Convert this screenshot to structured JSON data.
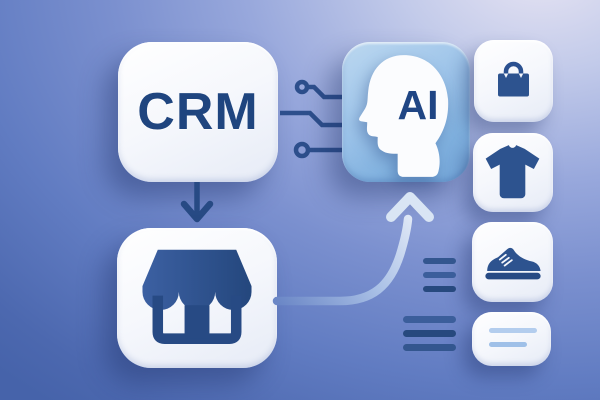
{
  "nodes": {
    "crm_card": {
      "label": "CRM"
    },
    "store_card": {
      "icon": "storefront-icon"
    },
    "ai_card": {
      "label": "AI",
      "icon": "head-profile-icon"
    },
    "product_cards": [
      {
        "icon": "shopping-bag-icon"
      },
      {
        "icon": "tshirt-icon"
      },
      {
        "icon": "sneaker-icon"
      },
      {
        "icon": "text-lines-icon"
      }
    ]
  },
  "connectors": {
    "crm_to_store": "down-arrow",
    "store_to_ai": "curved-up-arrow",
    "crm_to_ai": "circuit-traces",
    "decor": [
      "dash-group-small",
      "dash-group-large"
    ]
  },
  "colors": {
    "icon_navy": "#274a84",
    "icon_navy_light": "#3a5e9e",
    "card_white": "#f7f9fd",
    "ai_card_blue": "#8fbbe5",
    "light_line_blue": "#a9c7ec",
    "background_light": "#e7e4f3",
    "background_dark": "#4663aa",
    "arrow_light": "#dbe6f5"
  }
}
